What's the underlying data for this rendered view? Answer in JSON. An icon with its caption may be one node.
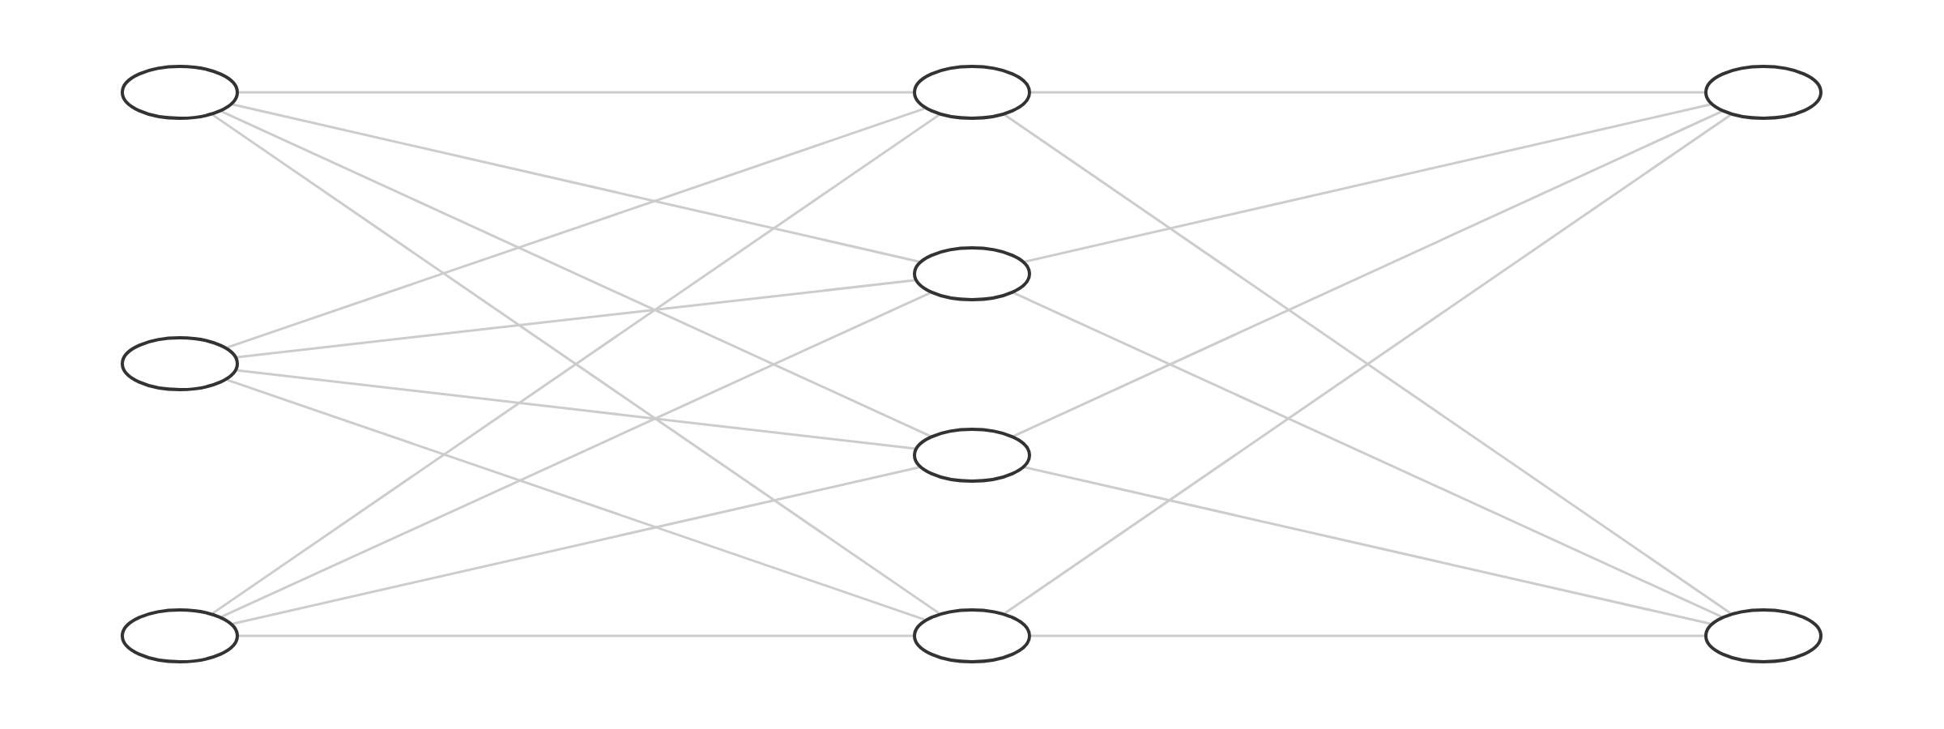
{
  "diagram": {
    "nodes": [
      {
        "text": [],
        "shape": "circle"
      },
      {
        "text": [],
        "shape": "circle"
      },
      {
        "text": [],
        "shape": "circle"
      },
      {
        "text": [],
        "shape": "circle"
      },
      {
        "text": [],
        "shape": "circle"
      },
      {
        "text": [],
        "shape": "circle"
      },
      {
        "text": [],
        "shape": "circle"
      },
      {
        "text": [],
        "shape": "circle"
      },
      {
        "text": [],
        "shape": "circle"
      }
    ],
    "edges": [
      {
        "from": 0,
        "to": 3,
        "arrow": "none"
      },
      {
        "from": 0,
        "to": 4,
        "arrow": "none"
      },
      {
        "from": 0,
        "to": 5,
        "arrow": "none"
      },
      {
        "from": 0,
        "to": 6,
        "arrow": "none"
      },
      {
        "from": 1,
        "to": 3,
        "arrow": "none"
      },
      {
        "from": 1,
        "to": 4,
        "arrow": "none"
      },
      {
        "from": 1,
        "to": 5,
        "arrow": "none"
      },
      {
        "from": 1,
        "to": 6,
        "arrow": "none"
      },
      {
        "from": 2,
        "to": 3,
        "arrow": "none"
      },
      {
        "from": 2,
        "to": 4,
        "arrow": "none"
      },
      {
        "from": 2,
        "to": 5,
        "arrow": "none"
      },
      {
        "from": 2,
        "to": 6,
        "arrow": "none"
      },
      {
        "from": 3,
        "to": 7,
        "arrow": "none"
      },
      {
        "from": 3,
        "to": 8,
        "arrow": "none"
      },
      {
        "from": 4,
        "to": 7,
        "arrow": "none"
      },
      {
        "from": 4,
        "to": 8,
        "arrow": "none"
      },
      {
        "from": 5,
        "to": 7,
        "arrow": "none"
      },
      {
        "from": 5,
        "to": 8,
        "arrow": "none"
      },
      {
        "from": 6,
        "to": 7,
        "arrow": "none"
      },
      {
        "from": 6,
        "to": 8,
        "arrow": "none"
      }
    ]
  }
}
